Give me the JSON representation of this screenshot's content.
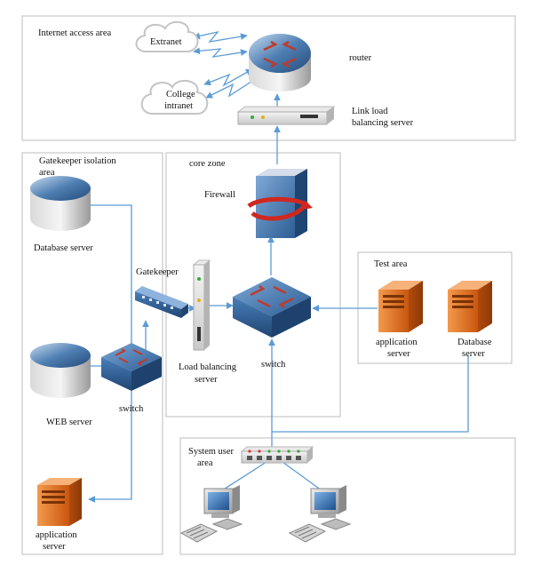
{
  "zones": {
    "internet": "Internet access area",
    "gatekeeper_zone_line1": "Gatekeeper isolation",
    "gatekeeper_zone_line2": "area",
    "core": "core zone",
    "test": "Test area",
    "system_user_line1": "System user",
    "system_user_line2": "area"
  },
  "nodes": {
    "extranet": "Extranet",
    "college_line1": "College",
    "college_line2": "intranet",
    "router": "router",
    "link_lb_line1": "Link load",
    "link_lb_line2": "balancing server",
    "firewall": "Firewall",
    "gatekeeper": "Gatekeeper",
    "load_balancing_line1": "Load balancing",
    "load_balancing_line2": "server",
    "core_switch": "switch",
    "database_server": "Database server",
    "web_server": "WEB server",
    "gk_switch": "switch",
    "gk_app_line1": "application",
    "gk_app_line2": "server",
    "test_app_line1": "application",
    "test_app_line2": "server",
    "test_db_line1": "Database",
    "test_db_line2": "server"
  },
  "colors": {
    "link": "#5b9bd5",
    "device_blue": "#3b6fa8",
    "server_orange": "#e36c1c",
    "cylinder_blue": "#3d6fa5",
    "zone_border": "#bdbdbd"
  }
}
